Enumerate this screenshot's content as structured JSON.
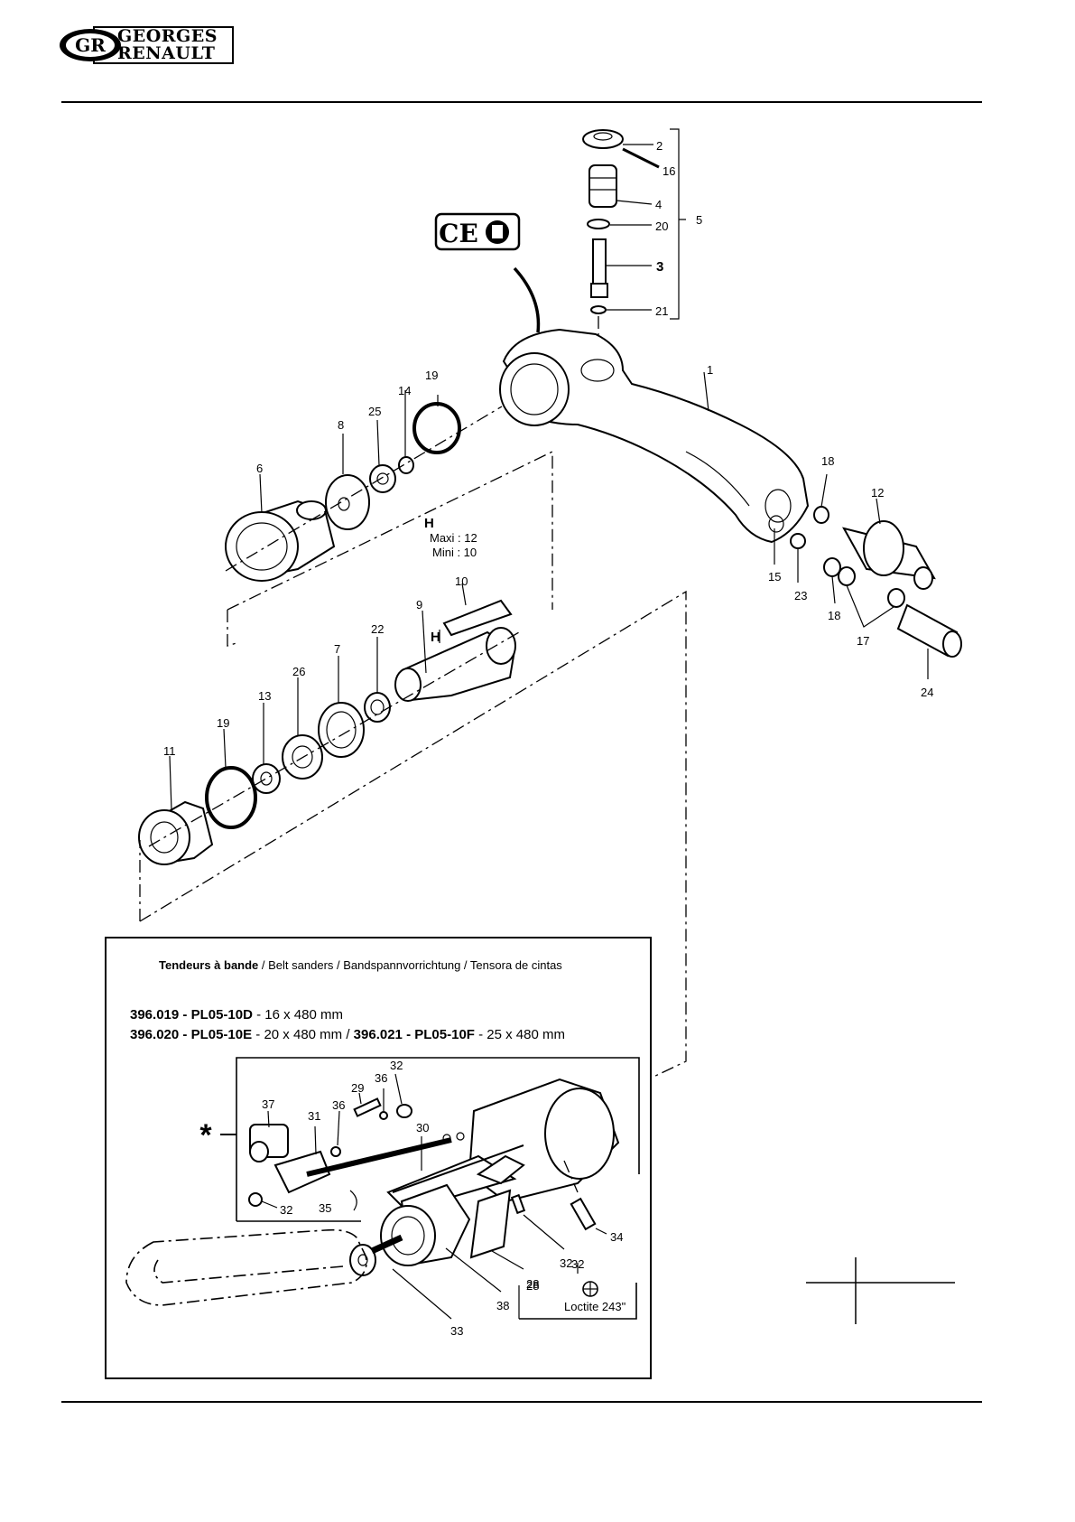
{
  "header": {
    "brand_line1": "GEORGES",
    "brand_line2": "RENAULT"
  },
  "certifications": {
    "ce_mark": "CE",
    "manual_icon": "book-icon"
  },
  "dimension_note": {
    "letter": "H",
    "max": "Maxi : 12",
    "min": "Mini : 10"
  },
  "part_labels": {
    "p1": "1",
    "p2": "2",
    "p3": "3",
    "p4": "4",
    "p5": "5",
    "p6": "6",
    "p7": "7",
    "p8": "8",
    "p9": "9",
    "p10": "10",
    "p11": "11",
    "p12": "12",
    "p13": "13",
    "p14": "14",
    "p15": "15",
    "p16": "16",
    "p17": "17",
    "p18a": "18",
    "p18b": "18",
    "p19a": "19",
    "p19b": "19",
    "p20": "20",
    "p21": "21",
    "p22": "22",
    "p23": "23",
    "p24": "24",
    "p25": "25",
    "p26": "26",
    "p28a": "28",
    "p28b": "28",
    "p29": "29",
    "p30": "30",
    "p31": "31",
    "p32a": "32",
    "p32b": "32",
    "p32c": "32",
    "p32d": "32",
    "p33": "33",
    "p34": "34",
    "p35": "35",
    "p36a": "36",
    "p36b": "36",
    "p37": "37",
    "p38": "38",
    "h_marker": "H"
  },
  "belt_box": {
    "title_bold": "Tendeurs à bande",
    "title_rest": " / Belt sanders / Bandspannvorrichtung / Tensora de cintas",
    "line1_ref": "396.019",
    "line1_sep": " - ",
    "line1_model": "PL05-10D",
    "line1_size": "  -  16 x 480 mm",
    "line2_ref": "396.020",
    "line2_model": "PL05-10E",
    "line2_size": "  -  20 x 480 mm  /  ",
    "line2_ref2": "396.021",
    "line2_model2": "PL05-10F",
    "line2_size2": "  -  25 x 480 mm",
    "asterisk": "*",
    "loctite": "Loctite 243\""
  }
}
